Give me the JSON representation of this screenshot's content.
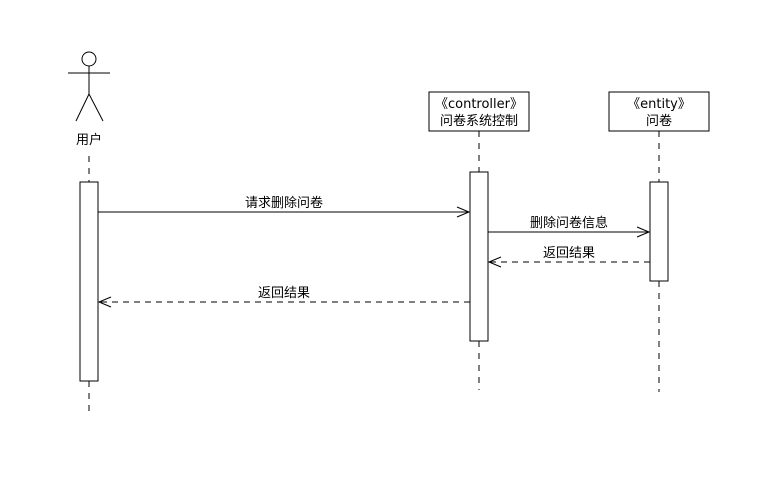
{
  "participants": {
    "user": {
      "label": "用户"
    },
    "controller": {
      "stereotype": "《controller》",
      "label": "问卷系统控制"
    },
    "entity": {
      "stereotype": "《entity》",
      "label": "问卷"
    }
  },
  "messages": [
    {
      "label": "请求删除问卷",
      "from": "user",
      "to": "controller",
      "kind": "sync"
    },
    {
      "label": "删除问卷信息",
      "from": "controller",
      "to": "entity",
      "kind": "sync"
    },
    {
      "label": "返回结果",
      "from": "entity",
      "to": "controller",
      "kind": "return"
    },
    {
      "label": "返回结果",
      "from": "controller",
      "to": "user",
      "kind": "return"
    }
  ],
  "colors": {
    "line": "#000000",
    "background": "#ffffff"
  }
}
